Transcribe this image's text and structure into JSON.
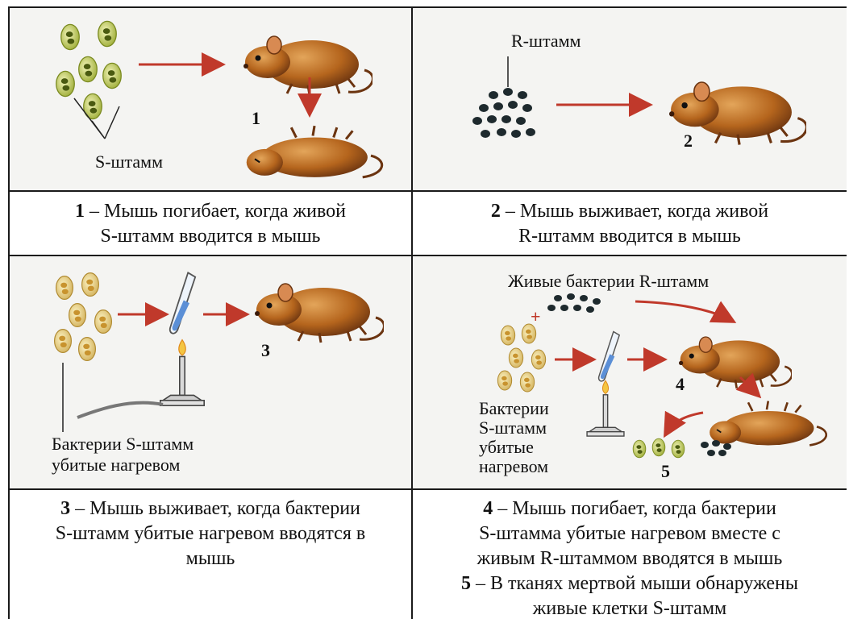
{
  "panel1": {
    "strain_label": "S-штамм",
    "number": "1",
    "caption_num": "1",
    "caption_text": " – Мышь погибает, когда живой",
    "caption_line2": "S-штамм вводится в мышь"
  },
  "panel2": {
    "strain_label": "R-штамм",
    "number": "2",
    "caption_num": "2",
    "caption_text": " – Мышь выживает, когда живой",
    "caption_line2": "R-штамм вводится в мышь"
  },
  "panel3": {
    "bacteria_label_line1": "Бактерии S-штамм",
    "bacteria_label_line2": "убитые нагревом",
    "number": "3",
    "caption_num": "3",
    "caption_text": " – Мышь выживает, когда бактерии",
    "caption_line2": "S-штамм убитые нагревом вводятся в",
    "caption_line3": "мышь"
  },
  "panel4": {
    "live_label": "Живые бактерии R-штамм",
    "plus": "+",
    "killed_label_line1": "Бактерии",
    "killed_label_line2": "S-штамм",
    "killed_label_line3": "убитые",
    "killed_label_line4": "нагревом",
    "number4": "4",
    "number5": "5",
    "caption_num": "4",
    "caption_text": " – Мышь погибает, когда бактерии",
    "caption_line2": "S-штамма убитые нагревом вместе с",
    "caption_line3": "живым  R-штаммом вводятся в мышь",
    "caption5_num": "5",
    "caption5_text": " – В тканях мертвой мыши обнаружены",
    "caption5_line2": "живые клетки S-штамм"
  },
  "colors": {
    "arrow": "#c0392b",
    "mouse_body": "#b5651d",
    "s_cell": "#c9d26a",
    "r_cell": "#1e2a2e",
    "tube_liquid": "#5b8fd6"
  }
}
